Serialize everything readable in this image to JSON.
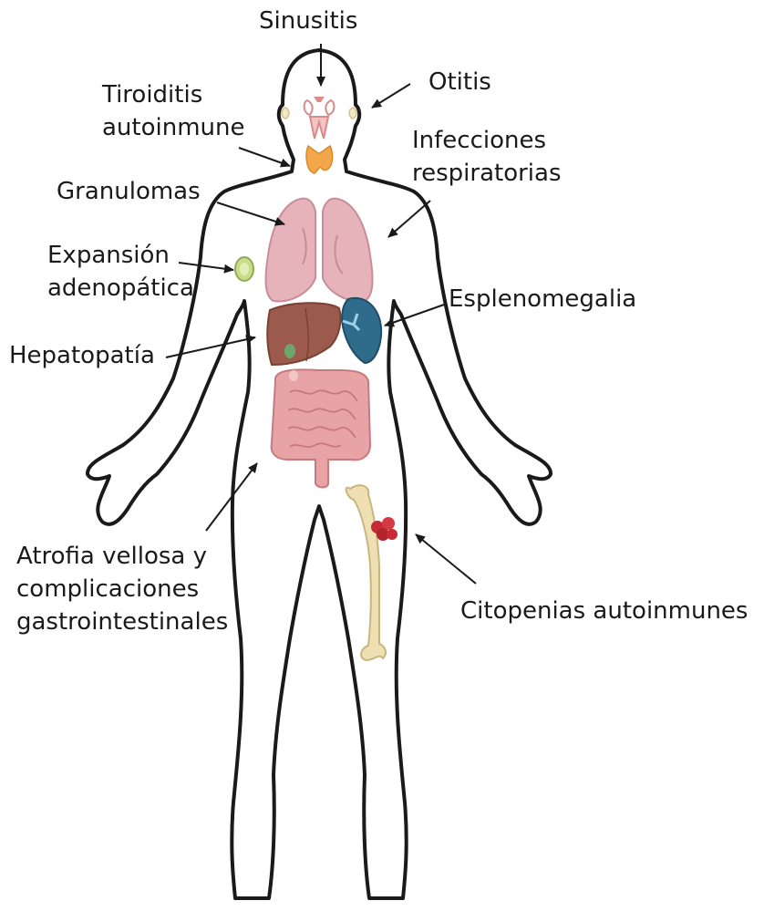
{
  "labels": {
    "sinusitis": "Sinusitis",
    "otitis": "Otitis",
    "tiroiditis_1": "Tiroiditis",
    "tiroiditis_2": "autoinmune",
    "infecciones_1": "Infecciones",
    "infecciones_2": "respiratorias",
    "granulomas": "Granulomas",
    "expansion_1": "Expansión",
    "expansion_2": "adenopática",
    "esplenomegalia": "Esplenomegalia",
    "hepatopatia": "Hepatopatía",
    "atrofia_1": "Atrofia vellosa y",
    "atrofia_2": "complicaciones",
    "atrofia_3": "gastrointestinales",
    "citopenias": "Citopenias autoinmunes"
  },
  "colors": {
    "outline": "#1a1a1a",
    "lungs": "#e7b3bb",
    "liver": "#9b5a4c",
    "spleen": "#2f6b8a",
    "intestine": "#e8a3a6",
    "thyroid": "#f2a74a",
    "lymph_node": "#c9dd88",
    "bone": "#efe0b3",
    "blood_cells": "#c62a35"
  }
}
